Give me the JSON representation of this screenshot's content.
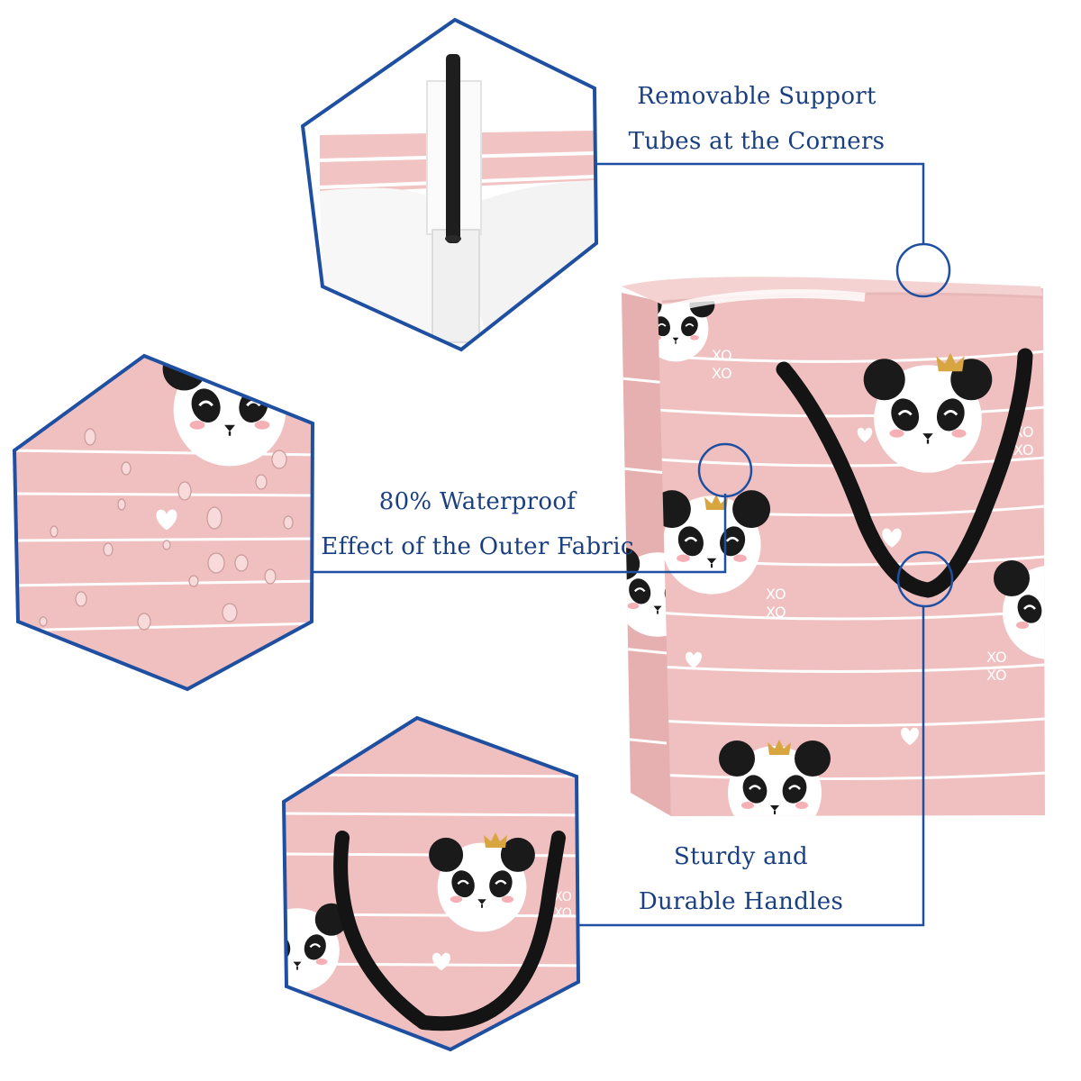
{
  "callouts": {
    "support_tubes": {
      "line1": "Removable Support",
      "line2": "Tubes at the Corners"
    },
    "waterproof": {
      "line1": "80% Waterproof",
      "line2": "Effect of the Outer Fabric"
    },
    "handles": {
      "line1": "Sturdy and",
      "line2": "Durable Handles"
    }
  },
  "basket_pattern": {
    "xoxo_line1": "XO",
    "xoxo_line2": "XO"
  },
  "colors": {
    "callout_blue": "#1f4fa0",
    "text_blue": "#1a3f80",
    "fabric_pink": "#f0c0c0",
    "fabric_pink_dark": "#e6b0b0",
    "stripe_white": "#ffffff",
    "panda_black": "#1a1a1a",
    "crown_gold": "#d8a640",
    "handle_black": "#141414"
  }
}
